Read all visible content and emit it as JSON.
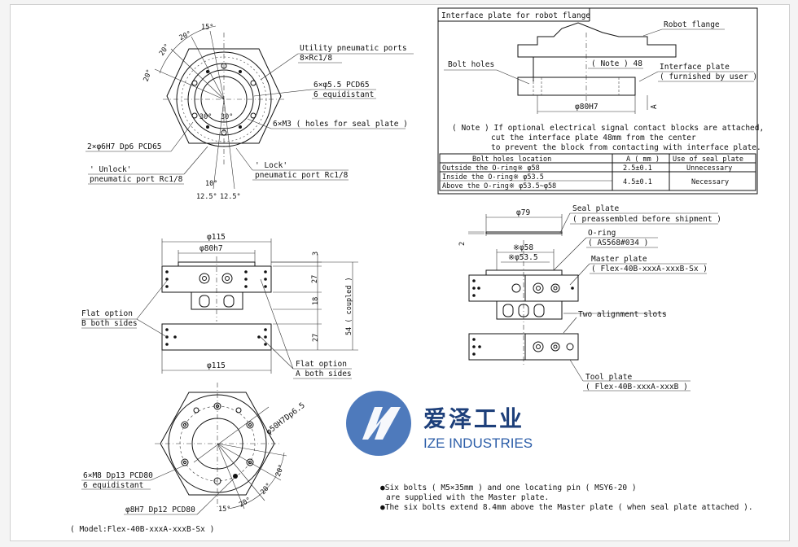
{
  "top_view": {
    "angles": [
      "20°",
      "20°",
      "15°",
      "20°"
    ],
    "center_angles": [
      "30°",
      "30°"
    ],
    "bottom_angles": [
      "10°",
      "12.5°",
      "12.5°"
    ],
    "utility_ports": "Utility pneumatic ports",
    "utility_ports_spec": "8×Rc1/8",
    "holes_spec": "6×φ5.5 PCD65",
    "holes_equi": "6 equidistant",
    "seal_holes": "6×M3 ( holes for seal plate )",
    "pins": "2×φ6H7 Dp6 PCD65",
    "unlock": "' Unlock'",
    "unlock_port": "pneumatic port Rc1/8",
    "lock": "' Lock'",
    "lock_port": "pneumatic port Rc1/8"
  },
  "interface_box": {
    "title": "Interface plate for robot flange",
    "robot_flange": "Robot flange",
    "bolt_holes": "Bolt holes",
    "note_48": "( Note ) 48",
    "interface_plate": "Interface plate",
    "furnished": "( furnished by user )",
    "dia": "φ80H7",
    "a_mark": "A",
    "note_lines": [
      "( Note )  If optional electrical signal contact blocks are attached,",
      "cut the interface plate 48mm from the center",
      "to prevent the block from contacting with interface plate."
    ],
    "table": {
      "headers": [
        "Bolt holes location",
        "A ( mm )",
        "Use of seal plate"
      ],
      "rows": [
        [
          "Outside the O-ring※ φ58",
          "2.5±0.1",
          "Unnecessary"
        ],
        [
          "Inside the O-ring※ φ53.5",
          "4.5±0.1",
          "Necessary"
        ],
        [
          "Above the O-ring※ φ53.5~φ58",
          "",
          ""
        ]
      ]
    }
  },
  "side_view": {
    "d115_top": "φ115",
    "d80": "φ80h7",
    "h3": "3",
    "h27a": "27",
    "h18": "18",
    "h27b": "27",
    "coupled": "54 ( coupled )",
    "d115_bottom": "φ115",
    "flat_b": "Flat option",
    "flat_b2": "B both sides",
    "flat_a": "Flat option",
    "flat_a2": "A both sides"
  },
  "right_view": {
    "d79": "φ79",
    "seal_plate": "Seal plate",
    "preassembled": "( preassembled before shipment )",
    "h2": "2",
    "d58": "※φ58",
    "d535": "※φ53.5",
    "oring": "O-ring",
    "as568": "( AS568#034 )",
    "master": "Master plate",
    "master_model": "( Flex-40B-xxxA-xxxB-Sx )",
    "slots": "Two alignment slots",
    "tool": "Tool plate",
    "tool_model": "( Flex-40B-xxxA-xxxB )"
  },
  "bottom_view": {
    "d50": "φ50H7Dp6.5",
    "m8": "6×M8 Dp13 PCD80",
    "m8_equi": "6 equidistant",
    "pin8": "φ8H7 Dp12 PCD80",
    "angles": [
      "15°",
      "20°",
      "20°",
      "20°"
    ],
    "model": "( Model:Flex-40B-xxxA-xxxB-Sx )"
  },
  "notes": [
    "●Six bolts ( M5×35mm ) and one locating pin ( MSY6-20 )",
    "are supplied with the Master plate.",
    "●The six bolts extend 8.4mm above the Master plate ( when seal plate attached )."
  ],
  "brand": {
    "cn": "爱泽工业",
    "en": "IZE INDUSTRIES",
    "color": "#2b5da8"
  }
}
